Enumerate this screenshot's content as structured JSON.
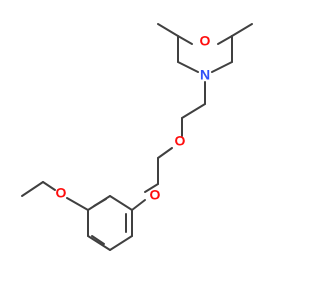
{
  "molecule": {
    "atom_labels": {
      "morpholine_oxygen": "O",
      "morpholine_nitrogen": "N",
      "ether_oxygen_1": "O",
      "ether_oxygen_2": "O",
      "ethoxy_oxygen": "O"
    },
    "colors": {
      "bond": "#404040",
      "oxygen": "#ff0d0d",
      "nitrogen": "#3050f8",
      "background": "#ffffff"
    }
  }
}
